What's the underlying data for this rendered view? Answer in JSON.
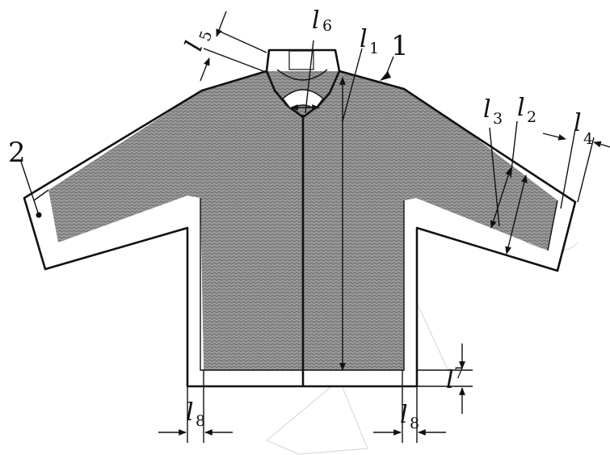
{
  "labels": {
    "part_1": "1",
    "part_2": "2"
  },
  "dimensions": [
    {
      "key": "l1",
      "letter": "l",
      "sub": "1"
    },
    {
      "key": "l2",
      "letter": "l",
      "sub": "2"
    },
    {
      "key": "l3",
      "letter": "l",
      "sub": "3"
    },
    {
      "key": "l4",
      "letter": "l",
      "sub": "4"
    },
    {
      "key": "l5",
      "letter": "l",
      "sub": "5"
    },
    {
      "key": "l6",
      "letter": "l",
      "sub": "6"
    },
    {
      "key": "l7",
      "letter": "l",
      "sub": "7"
    },
    {
      "key": "l8_left",
      "letter": "l",
      "sub": "8"
    },
    {
      "key": "l8_right",
      "letter": "l",
      "sub": "8"
    }
  ],
  "colors": {
    "line": "#111111",
    "fill_pattern": "#8a8a8a",
    "background": "#ffffff"
  }
}
